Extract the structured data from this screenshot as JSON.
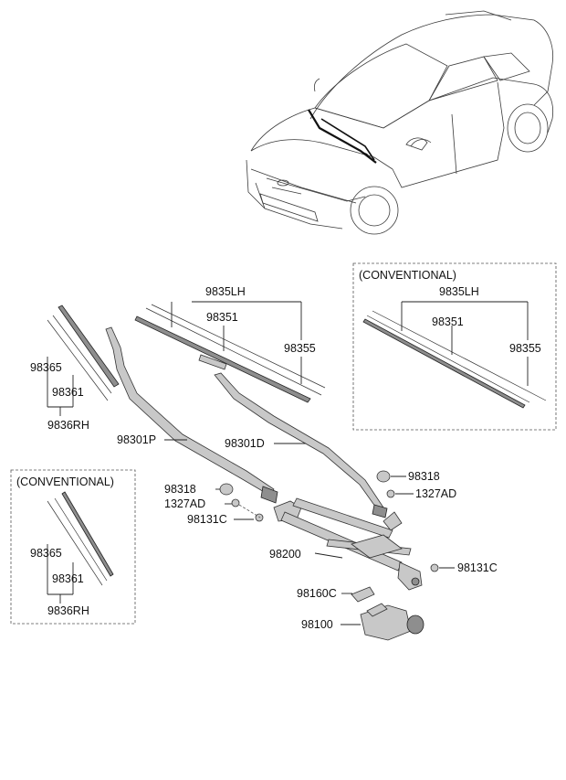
{
  "diagram": {
    "conventional_label": "(CONVENTIONAL)",
    "parts": {
      "lh_assy": "9835LH",
      "lh_blade": "98351",
      "lh_refill": "98355",
      "rh_blade_rubber": "98365",
      "rh_blade": "98361",
      "rh_assy": "9836RH",
      "arm_passenger": "98301P",
      "arm_driver": "98301D",
      "cap": "98318",
      "nut": "1327AD",
      "pivot_cap": "98131C",
      "linkage": "98200",
      "bracket": "98160C",
      "motor": "98100"
    }
  }
}
